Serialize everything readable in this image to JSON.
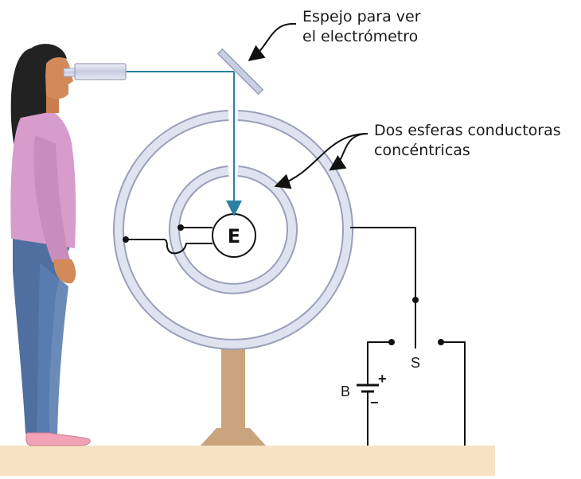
{
  "labels": {
    "mirror_line1": "Espejo para ver",
    "mirror_line2": "el electrómetro",
    "spheres_line1": "Dos esferas conductoras",
    "spheres_line2": "concéntricas",
    "electrometer": "E",
    "switch": "S",
    "battery": "B",
    "battery_plus": "+",
    "battery_minus": "−"
  },
  "colors": {
    "sphere_ring": "#c9cfe3",
    "sphere_outline": "#9aa0b8",
    "light_ray": "#2b7fa3",
    "floor": "#f6e3c4",
    "stand": "#c9a47e",
    "shirt": "#d79ccb",
    "jeans": "#4e6f9f",
    "hair": "#222222",
    "skin": "#d38a5a",
    "shoe": "#f2a3b7"
  }
}
